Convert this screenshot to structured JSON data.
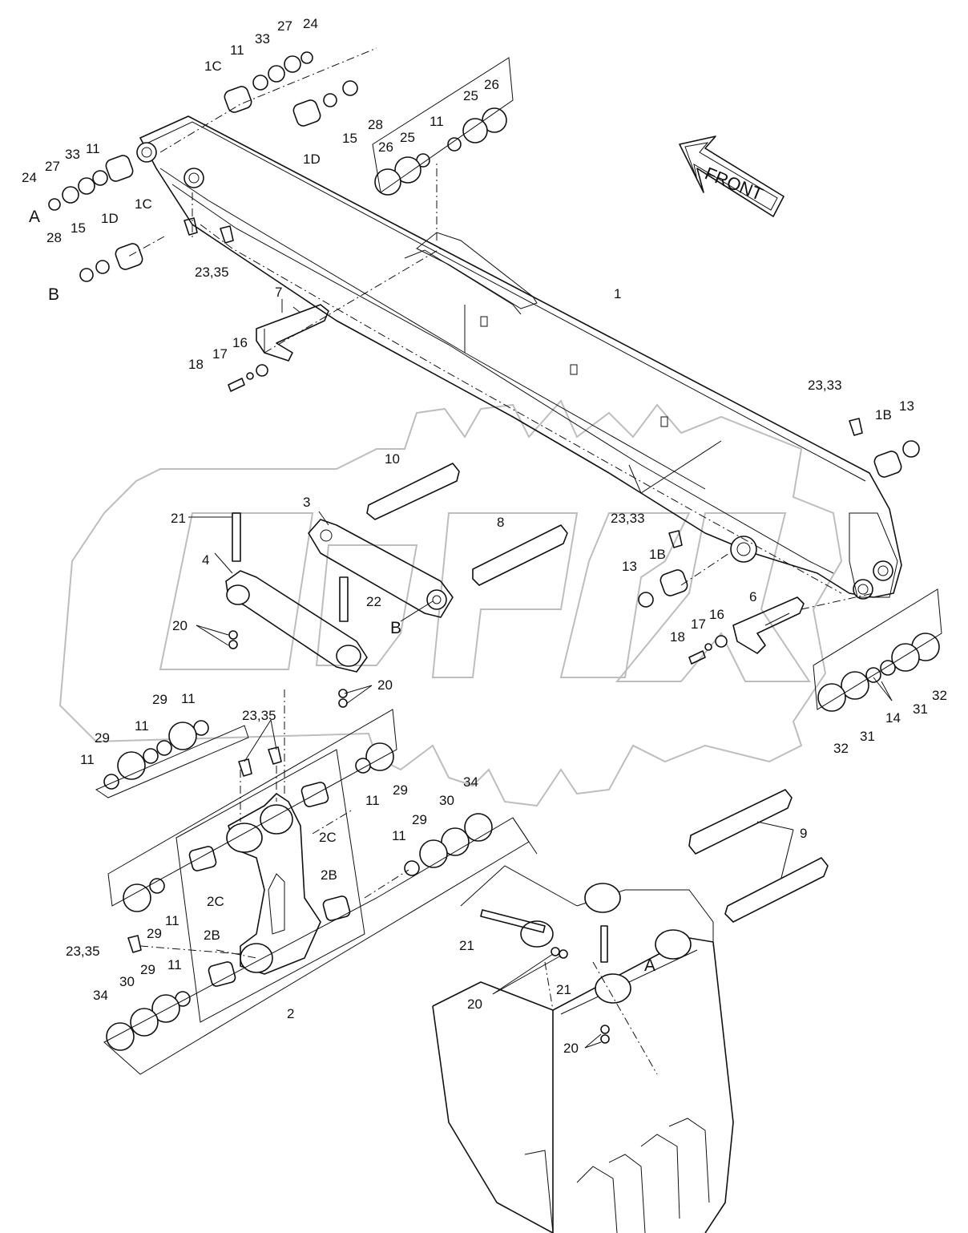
{
  "diagram": {
    "front_label": "FRONT",
    "watermark_text": "OPEX",
    "callouts": [
      {
        "id": "c1",
        "text": "1"
      },
      {
        "id": "c1b_a",
        "text": "1B"
      },
      {
        "id": "c1b_b",
        "text": "1B"
      },
      {
        "id": "c1c_a",
        "text": "1C"
      },
      {
        "id": "c1c_b",
        "text": "1C"
      },
      {
        "id": "c1d_a",
        "text": "1D"
      },
      {
        "id": "c1d_b",
        "text": "1D"
      },
      {
        "id": "c2",
        "text": "2"
      },
      {
        "id": "c2b_a",
        "text": "2B"
      },
      {
        "id": "c2b_b",
        "text": "2B"
      },
      {
        "id": "c2c_a",
        "text": "2C"
      },
      {
        "id": "c2c_b",
        "text": "2C"
      },
      {
        "id": "c3",
        "text": "3"
      },
      {
        "id": "c4",
        "text": "4"
      },
      {
        "id": "c6",
        "text": "6"
      },
      {
        "id": "c7",
        "text": "7"
      },
      {
        "id": "c8",
        "text": "8"
      },
      {
        "id": "c9",
        "text": "9"
      },
      {
        "id": "c10",
        "text": "10"
      },
      {
        "id": "c11_a",
        "text": "11"
      },
      {
        "id": "c11_b",
        "text": "11"
      },
      {
        "id": "c11_c",
        "text": "11"
      },
      {
        "id": "c11_d",
        "text": "11"
      },
      {
        "id": "c11_e",
        "text": "11"
      },
      {
        "id": "c11_f",
        "text": "11"
      },
      {
        "id": "c11_g",
        "text": "11"
      },
      {
        "id": "c11_h",
        "text": "11"
      },
      {
        "id": "c11_i",
        "text": "11"
      },
      {
        "id": "c11_j",
        "text": "11"
      },
      {
        "id": "c13_a",
        "text": "13"
      },
      {
        "id": "c13_b",
        "text": "13"
      },
      {
        "id": "c14",
        "text": "14"
      },
      {
        "id": "c15_a",
        "text": "15"
      },
      {
        "id": "c15_b",
        "text": "15"
      },
      {
        "id": "c16_a",
        "text": "16"
      },
      {
        "id": "c16_b",
        "text": "16"
      },
      {
        "id": "c17_a",
        "text": "17"
      },
      {
        "id": "c17_b",
        "text": "17"
      },
      {
        "id": "c18_a",
        "text": "18"
      },
      {
        "id": "c18_b",
        "text": "18"
      },
      {
        "id": "c20_a",
        "text": "20"
      },
      {
        "id": "c20_b",
        "text": "20"
      },
      {
        "id": "c20_c",
        "text": "20"
      },
      {
        "id": "c20_d",
        "text": "20"
      },
      {
        "id": "c21_a",
        "text": "21"
      },
      {
        "id": "c21_b",
        "text": "21"
      },
      {
        "id": "c21_c",
        "text": "21"
      },
      {
        "id": "c22",
        "text": "22"
      },
      {
        "id": "c2333_a",
        "text": "23,33"
      },
      {
        "id": "c2333_b",
        "text": "23,33"
      },
      {
        "id": "c2335_a",
        "text": "23,35"
      },
      {
        "id": "c2335_b",
        "text": "23,35"
      },
      {
        "id": "c2335_c",
        "text": "23,35"
      },
      {
        "id": "c24_a",
        "text": "24"
      },
      {
        "id": "c24_b",
        "text": "24"
      },
      {
        "id": "c25_a",
        "text": "25"
      },
      {
        "id": "c25_b",
        "text": "25"
      },
      {
        "id": "c26_a",
        "text": "26"
      },
      {
        "id": "c26_b",
        "text": "26"
      },
      {
        "id": "c27_a",
        "text": "27"
      },
      {
        "id": "c27_b",
        "text": "27"
      },
      {
        "id": "c28_a",
        "text": "28"
      },
      {
        "id": "c28_b",
        "text": "28"
      },
      {
        "id": "c29_a",
        "text": "29"
      },
      {
        "id": "c29_b",
        "text": "29"
      },
      {
        "id": "c29_c",
        "text": "29"
      },
      {
        "id": "c29_d",
        "text": "29"
      },
      {
        "id": "c29_e",
        "text": "29"
      },
      {
        "id": "c29_f",
        "text": "29"
      },
      {
        "id": "c30_a",
        "text": "30"
      },
      {
        "id": "c30_b",
        "text": "30"
      },
      {
        "id": "c31_a",
        "text": "31"
      },
      {
        "id": "c31_b",
        "text": "31"
      },
      {
        "id": "c32_a",
        "text": "32"
      },
      {
        "id": "c32_b",
        "text": "32"
      },
      {
        "id": "c33_a",
        "text": "33"
      },
      {
        "id": "c33_b",
        "text": "33"
      },
      {
        "id": "c34_a",
        "text": "34"
      },
      {
        "id": "c34_b",
        "text": "34"
      },
      {
        "id": "cA_a",
        "text": "A"
      },
      {
        "id": "cA_b",
        "text": "A"
      },
      {
        "id": "cB_a",
        "text": "B"
      },
      {
        "id": "cB_b",
        "text": "B"
      }
    ]
  }
}
